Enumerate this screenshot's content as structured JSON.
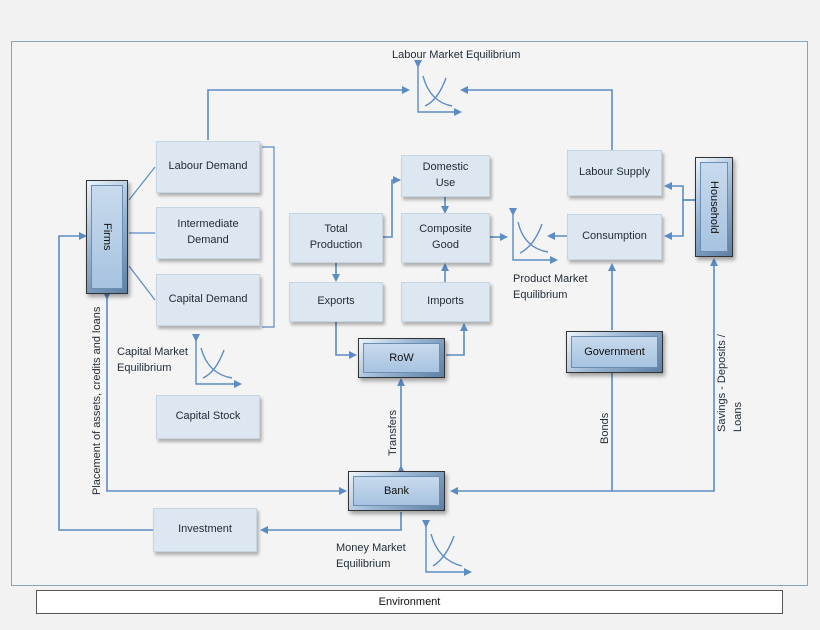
{
  "labels": {
    "labour_market_equilibrium": "Labour Market Equilibrium",
    "product_market_equilibrium": "Product Market\nEquilibrium",
    "capital_market_equilibrium": "Capital Market\nEquilibrium",
    "money_market_equilibrium": "Money Market\nEquilibrium",
    "transfers": "Transfers",
    "bonds": "Bonds",
    "savings": "Savings - Deposits / Loans",
    "placement": "Placement of assets, credits and loans"
  },
  "boxes": {
    "labour_demand": "Labour Demand",
    "intermediate_demand": "Intermediate\nDemand",
    "capital_demand": "Capital Demand",
    "total_production": "Total\nProduction",
    "domestic_use": "Domestic\nUse",
    "composite_good": "Composite\nGood",
    "exports": "Exports",
    "imports": "Imports",
    "labour_supply": "Labour Supply",
    "consumption": "Consumption",
    "capital_stock": "Capital Stock",
    "investment": "Investment"
  },
  "actors": {
    "firms": "Firms",
    "household": "Household",
    "row": "RoW",
    "government": "Government",
    "bank": "Bank"
  },
  "environment": "Environment",
  "colors": {
    "arrow": "#5b8cc4",
    "box_fill": "#dde7f1",
    "frame": "#8aa3bb"
  }
}
